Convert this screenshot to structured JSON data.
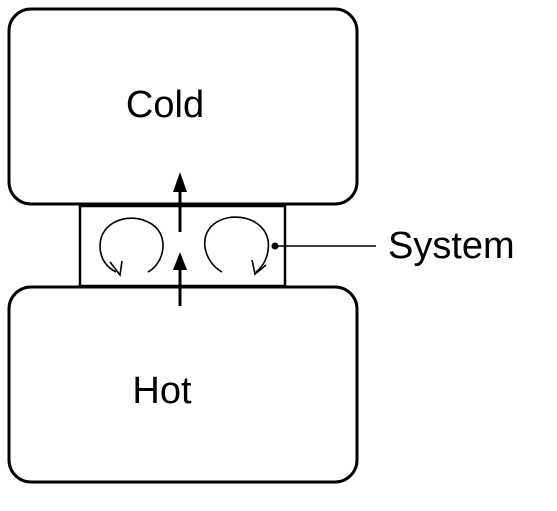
{
  "reservoirs": {
    "cold_label": "Cold",
    "hot_label": "Hot"
  },
  "system": {
    "label": "System"
  },
  "icons": {
    "heat_flow": "arrow-up-icon",
    "convection": "circular-arrow-icon"
  },
  "colors": {
    "stroke": "#000000",
    "background": "#ffffff"
  }
}
